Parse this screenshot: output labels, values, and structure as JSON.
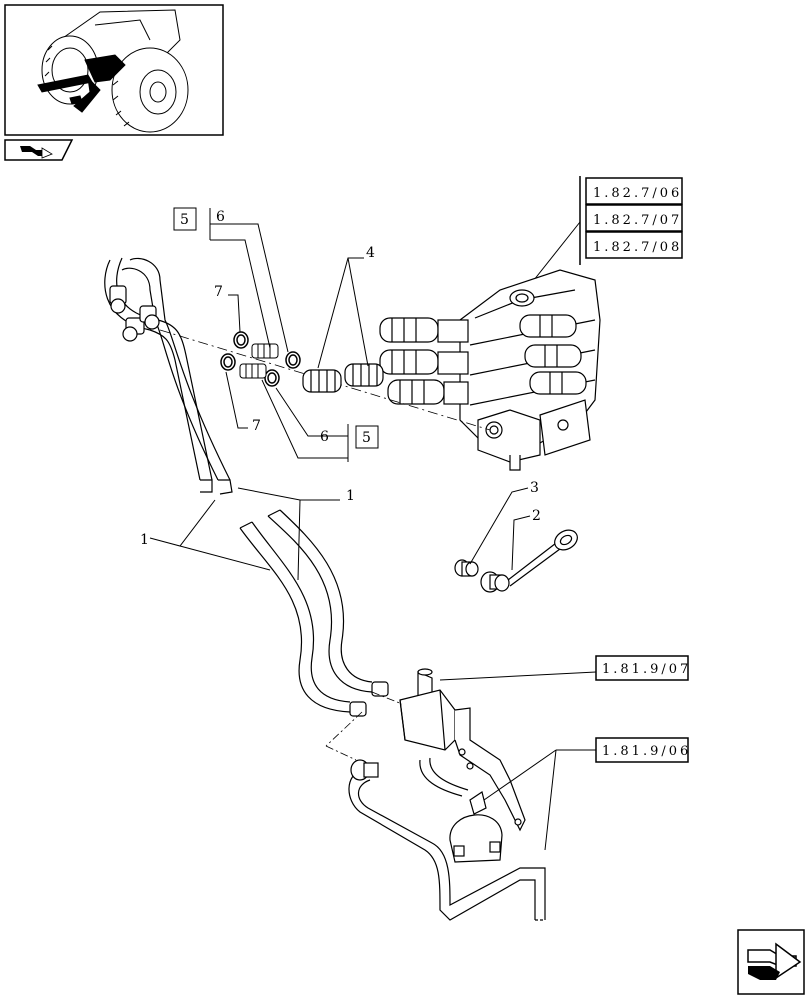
{
  "thumbnail": {
    "icon": "tractor-location-thumbnail"
  },
  "nav_icons": {
    "previous": "previous-page-arrow-icon",
    "next": "next-page-arrow-icon"
  },
  "references": {
    "valve_refs": [
      "1.82.7/06",
      "1.82.7/07",
      "1.82.7/08"
    ],
    "bracket_ref": "1.81.9/07",
    "accumulator_ref": "1.81.9/06"
  },
  "callouts": {
    "hoses": "1",
    "pipe_with_cap": "2",
    "cap": "3",
    "coupler": "4",
    "ref_box": "5",
    "adapter": "6",
    "seal_ring": "7"
  }
}
